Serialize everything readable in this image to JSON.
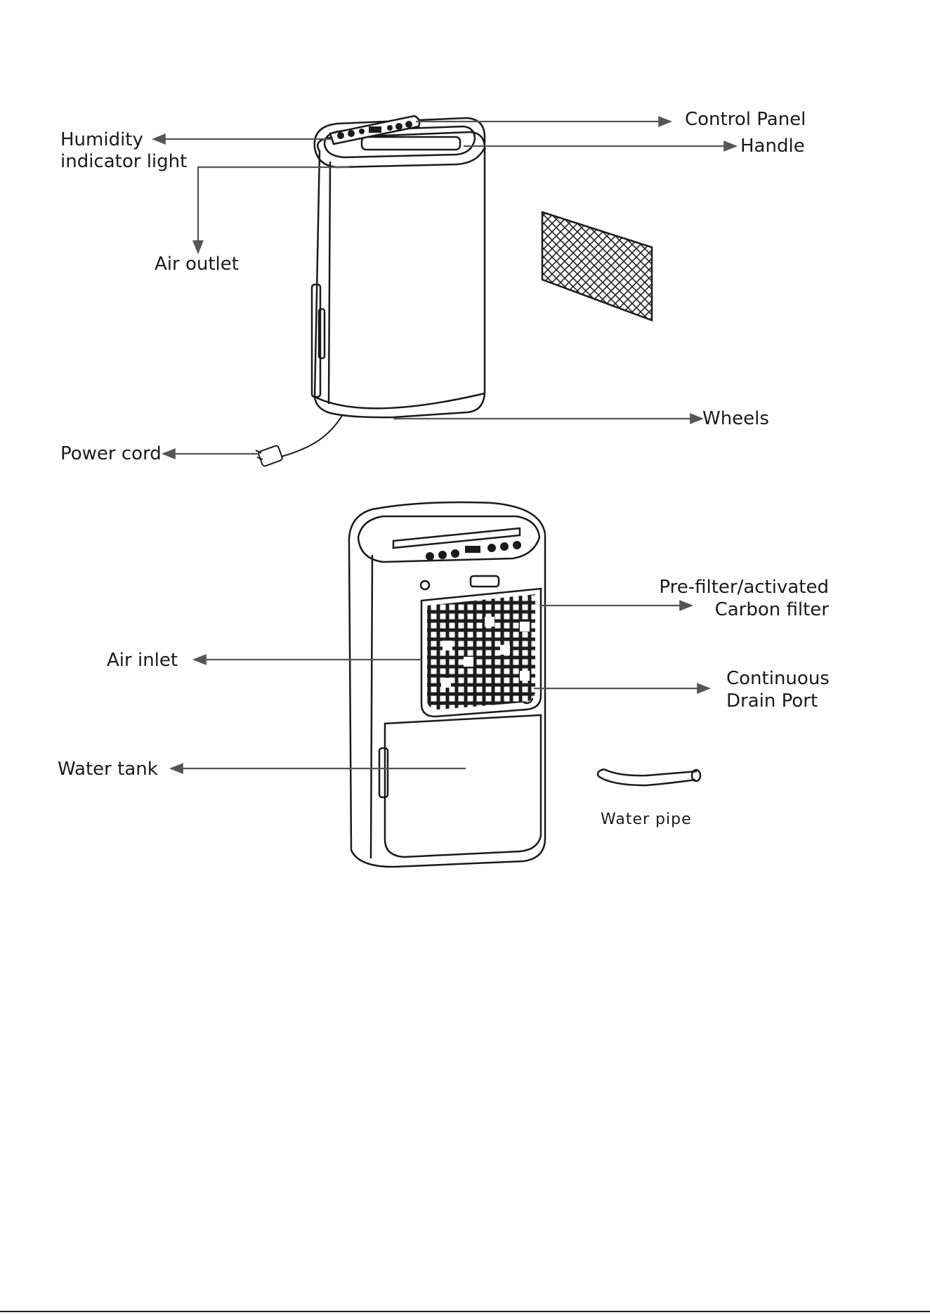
{
  "labels": {
    "control_panel": "Control Panel",
    "handle": "Handle",
    "humidity_line1": "Humidity",
    "humidity_line2": "indicator light",
    "air_outlet": "Air outlet",
    "wheels": "Wheels",
    "power_cord": "Power cord",
    "prefilter_line1": "Pre-filter/activated",
    "prefilter_line2": "Carbon filter",
    "air_inlet": "Air inlet",
    "drain_line1": "Continuous",
    "drain_line2": "Drain Port",
    "water_tank": "Water tank",
    "water_pipe": "Water  pipe"
  },
  "colors": {
    "line": "#1a1a1a",
    "arrow": "#555555"
  }
}
